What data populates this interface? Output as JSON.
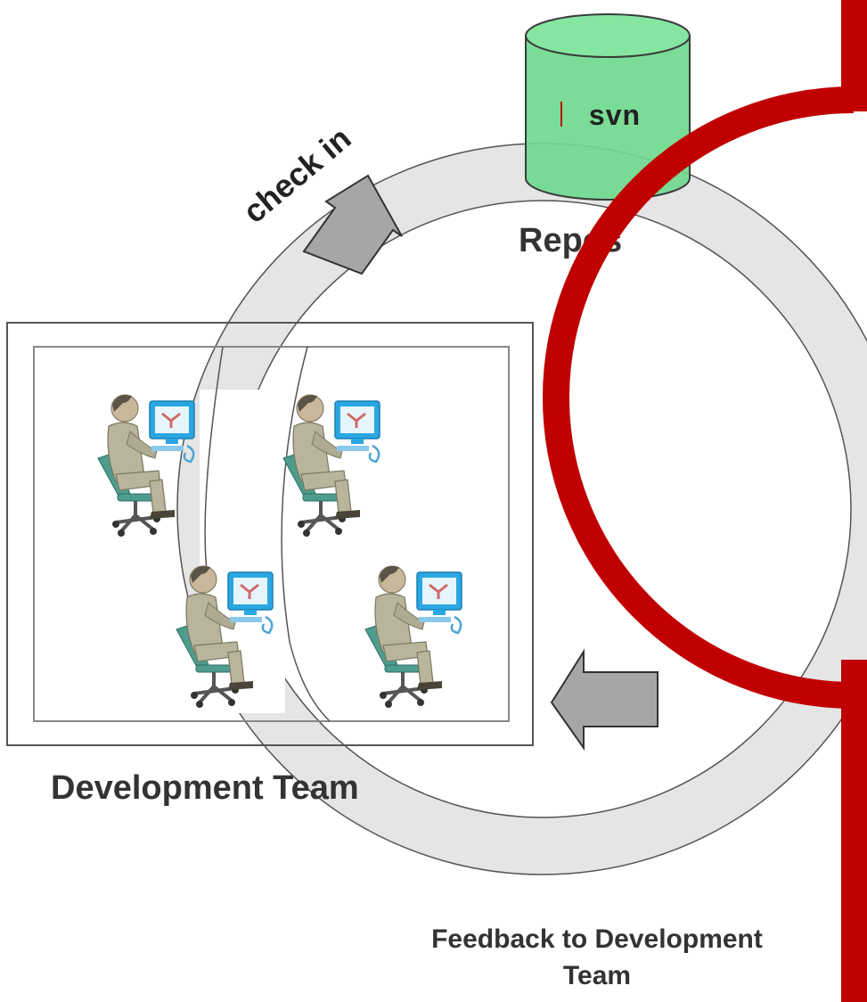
{
  "diagram": {
    "repository": {
      "cylinder_label": "svn",
      "caption": "Repos"
    },
    "check_in_label": "check in",
    "team_caption": "Development Team",
    "feedback_caption": {
      "line1": "Feedback to Development",
      "line2": "Team"
    }
  },
  "colors": {
    "ring_fill": "#e5e5e5",
    "cylinder_fill": "#6fd98e",
    "arrow_fill": "#a6a6a6",
    "red_overlay": "#c00000",
    "developer_suit": "#b8b59c",
    "chair": "#4d9c8e",
    "monitor": "#2aa7e2"
  },
  "team": {
    "developers": [
      {
        "name": "developer"
      },
      {
        "name": "developer"
      },
      {
        "name": "developer"
      },
      {
        "name": "developer"
      }
    ]
  }
}
